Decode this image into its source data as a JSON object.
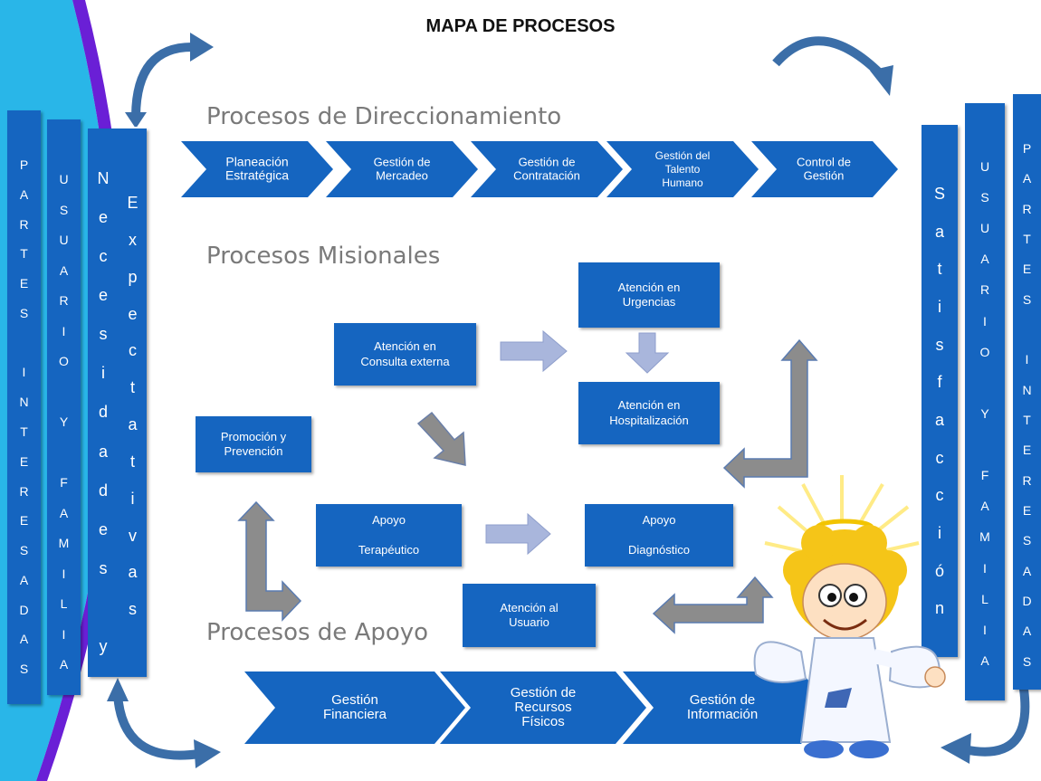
{
  "title": "MAPA DE PROCESOS",
  "sections": {
    "direccionamiento": "Procesos de Direccionamiento",
    "misionales": "Procesos Misionales",
    "apoyo": "Procesos de Apoyo"
  },
  "direccionamiento_chevrons": [
    "Planeación\nEstratégica",
    "Gestión de\nMercadeo",
    "Gestión de\nContratación",
    "Gestión del\nTalento\nHumano",
    "Control de\nGestión"
  ],
  "misionales_boxes": {
    "urgencias": "Atención en\nUrgencias",
    "consulta_externa": "Atención en\nConsulta externa",
    "hospitalizacion": "Atención en\nHospitalización",
    "promocion": "Promoción y\nPrevención",
    "apoyo_terapeutico": "Apoyo\n\nTerapéutico",
    "apoyo_diagnostico": "Apoyo\n\nDiagnóstico",
    "atencion_usuario": "Atención al\nUsuario"
  },
  "apoyo_chevrons": [
    "Gestión\nFinanciera",
    "Gestión de\nRecursos\nFísicos",
    "Gestión de\nInformación"
  ],
  "left_bars": {
    "partes_interesadas": "PARTES INTERESADAS",
    "usuario_familia": "USUARIO Y FAMILIA",
    "necesidades": "Necesidades y",
    "expectativas": "Expectativas"
  },
  "right_bars": {
    "satisfaccion": "Satisfacción",
    "usuario_familia": "USUARIO Y FAMILIA",
    "partes_interesadas": "PARTES INTERESADAS"
  },
  "colors": {
    "box_blue": "#1565c0",
    "arrow_light": "#a9b6dc",
    "arrow_gray": "#8c8c8c",
    "left_sky": "#29b6e8",
    "left_purple": "#6a1fd6"
  }
}
